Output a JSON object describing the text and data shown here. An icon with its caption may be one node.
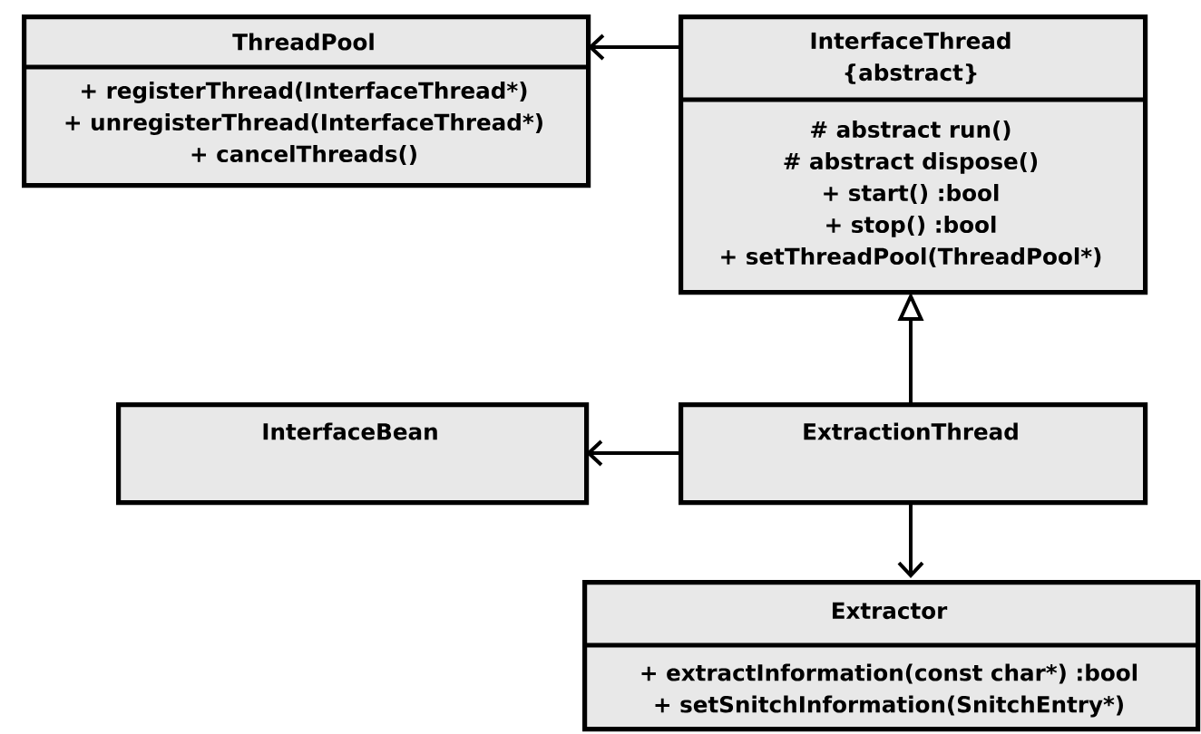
{
  "diagram": {
    "nodes": [
      {
        "text": [
          "ThreadPool",
          "+ registerThread(InterfaceThread*)",
          "+ unregisterThread(InterfaceThread*)",
          "+ cancelThreads()"
        ]
      },
      {
        "text": [
          "InterfaceThread",
          "{abstract}",
          "# abstract run()",
          "# abstract dispose()",
          "+ start() :bool",
          "+ stop() :bool",
          "+ setThreadPool(ThreadPool*)"
        ]
      },
      {
        "text": [
          "InterfaceBean"
        ]
      },
      {
        "text": [
          "ExtractionThread"
        ]
      },
      {
        "text": [
          "Extractor",
          "+ extractInformation(const char*) :bool",
          "+ setSnitchInformation(SnitchEntry*)"
        ]
      }
    ],
    "edges": [
      {
        "from": 1,
        "to": 0,
        "arrow": "to"
      },
      {
        "from": 3,
        "to": 1,
        "arrow": "to"
      },
      {
        "from": 3,
        "to": 2,
        "arrow": "to"
      },
      {
        "from": 3,
        "to": 4,
        "arrow": "to"
      }
    ]
  }
}
